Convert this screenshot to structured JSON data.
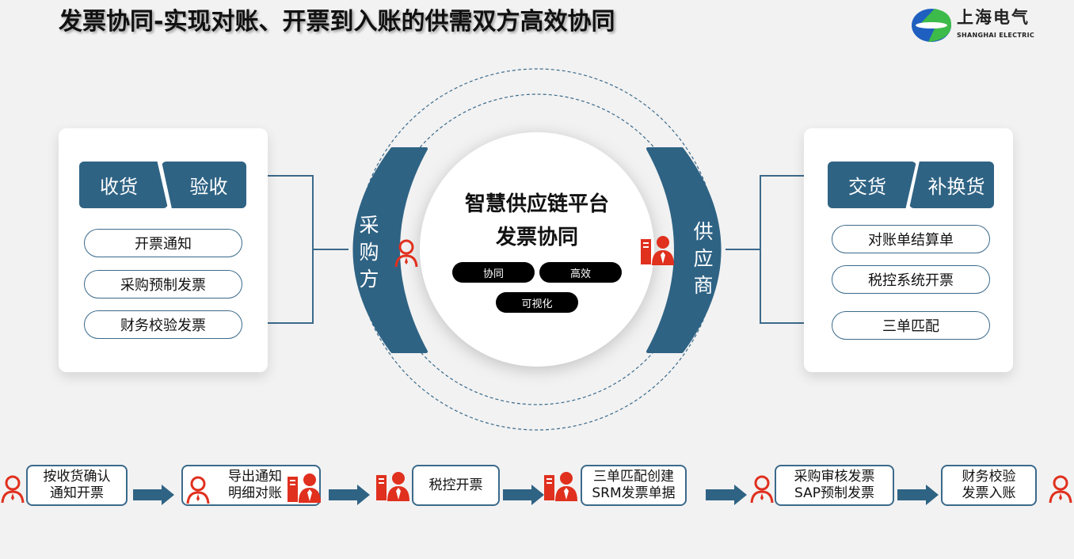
{
  "title": "发票协同-实现对账、开票到入账的供需双方高效协同",
  "logo": {
    "cn": "上海电气",
    "en": "SHANGHAI ELECTRIC"
  },
  "left": {
    "tabs": [
      "收货",
      "验收"
    ],
    "items": [
      "开票通知",
      "采购预制发票",
      "财务校验发票"
    ],
    "arc_label": "采购方"
  },
  "right": {
    "tabs": [
      "交货",
      "补换货"
    ],
    "items": [
      "对账单结算单",
      "税控系统开票",
      "三单匹配"
    ],
    "arc_label": "供应商"
  },
  "center": {
    "line1": "智慧供应链平台",
    "line2": "发票协同",
    "tags": [
      "协同",
      "高效",
      "可视化"
    ]
  },
  "flow": [
    {
      "l1": "按收货确认",
      "l2": "通知开票"
    },
    {
      "l1": "导出通知",
      "l2": "明细对账"
    },
    {
      "l1": "税控开票",
      "l2": ""
    },
    {
      "l1": "三单匹配创建",
      "l2": "SRM发票单据"
    },
    {
      "l1": "采购审核发票",
      "l2": "SAP预制发票"
    },
    {
      "l1": "财务校验",
      "l2": "发票入账"
    }
  ],
  "colors": {
    "primary": "#2f6384",
    "accent": "#e0301e"
  }
}
